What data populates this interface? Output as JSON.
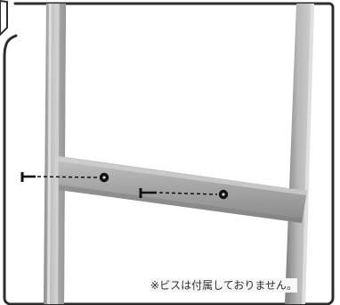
{
  "illustration": {
    "colors": {
      "background": "#ffffff",
      "post_light": "#c9c9c9",
      "post_mid": "#aaaaaa",
      "post_dark": "#8b8b8b",
      "crossbar": "#9c9c9c",
      "crossbar_highlight": "#c6c6c6",
      "outline": "#2d2d2d",
      "screw": "#111111"
    },
    "icons": [
      "screw-icon-left",
      "screw-icon-right",
      "screw-hole-left-icon",
      "screw-hole-right-icon"
    ]
  },
  "note": {
    "text": "※ビスは付属しておりません。"
  }
}
